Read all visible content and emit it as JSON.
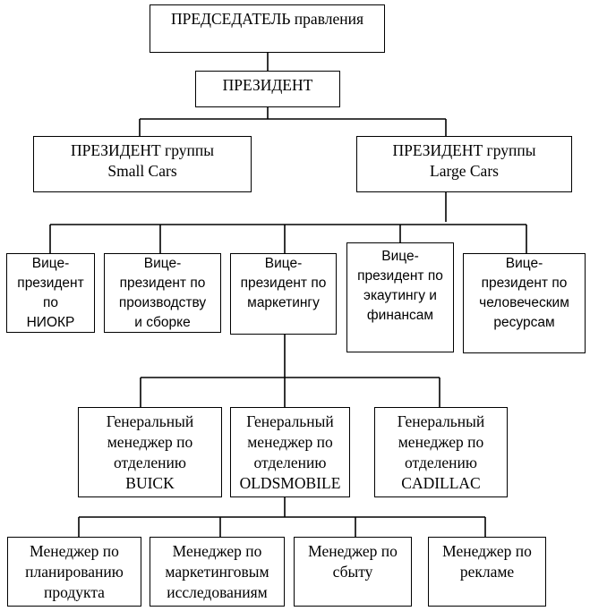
{
  "org_chart": {
    "chairman": "ПРЕДСЕДАТЕЛЬ правления",
    "president": "ПРЕЗИДЕНТ",
    "group_presidents": [
      "ПРЕЗИДЕНТ группы\nSmall Cars",
      "ПРЕЗИДЕНТ группы\nLarge Cars"
    ],
    "vice_presidents": [
      "Вице-\nпрезидент\nпо\nНИОКР",
      "Вице-\nпрезидент по\nпроизводству\nи сборке",
      "Вице-\nпрезидент по\nмаркетингу",
      "Вице-\nпрезидент по\nэкаутингу и\nфинансам",
      "Вице-\nпрезидент по\nчеловеческим\nресурсам"
    ],
    "general_managers": [
      "Генеральный\nменеджер по\nотделению\nBUICK",
      "Генеральный\nменеджер по\nотделению\nOLDSMOBILE",
      "Генеральный\nменеджер по\nотделению\nCADILLAC"
    ],
    "managers": [
      "Менеджер по\nпланированию\nпродукта",
      "Менеджер по\nмаркетинговым\nисследованиям",
      "Менеджер по\nсбыту",
      "Менеджер по\nрекламе"
    ]
  }
}
